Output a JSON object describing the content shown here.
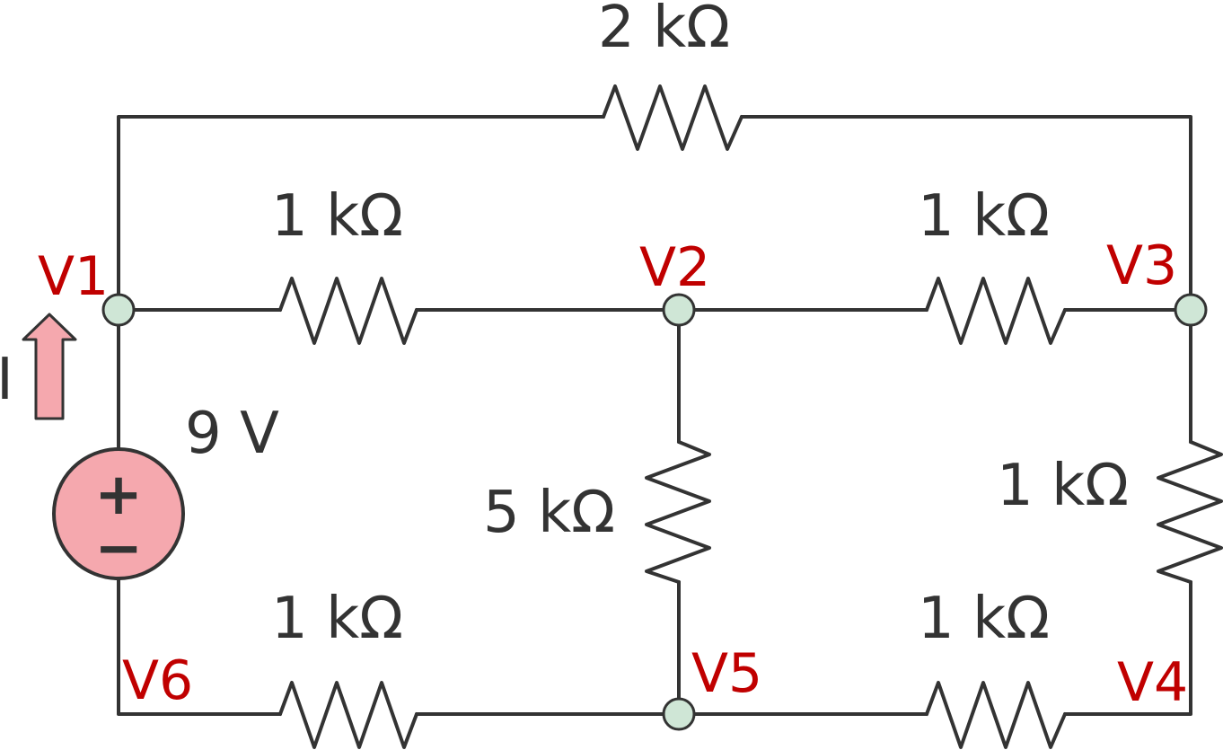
{
  "colors": {
    "wire": "#333333",
    "node_fill": "#cfe6d6",
    "node_label": "#c00000",
    "source_fill": "#f5a8ae",
    "arrow_fill": "#f5a8ae",
    "text": "#333333"
  },
  "source": {
    "voltage_label": "9 V",
    "plus_symbol": "+",
    "minus_symbol": "−"
  },
  "current": {
    "label": "I",
    "arrow_icon": "up-arrow-icon"
  },
  "nodes": {
    "v1": "V1",
    "v2": "V2",
    "v3": "V3",
    "v4": "V4",
    "v5": "V5",
    "v6": "V6"
  },
  "resistors": {
    "top_v1_v3": "2 kΩ",
    "v1_v2": "1 kΩ",
    "v2_v3": "1 kΩ",
    "v2_v5": "5 kΩ",
    "v3_v4": "1 kΩ",
    "v6_v5": "1 kΩ",
    "v5_v4": "1 kΩ"
  }
}
